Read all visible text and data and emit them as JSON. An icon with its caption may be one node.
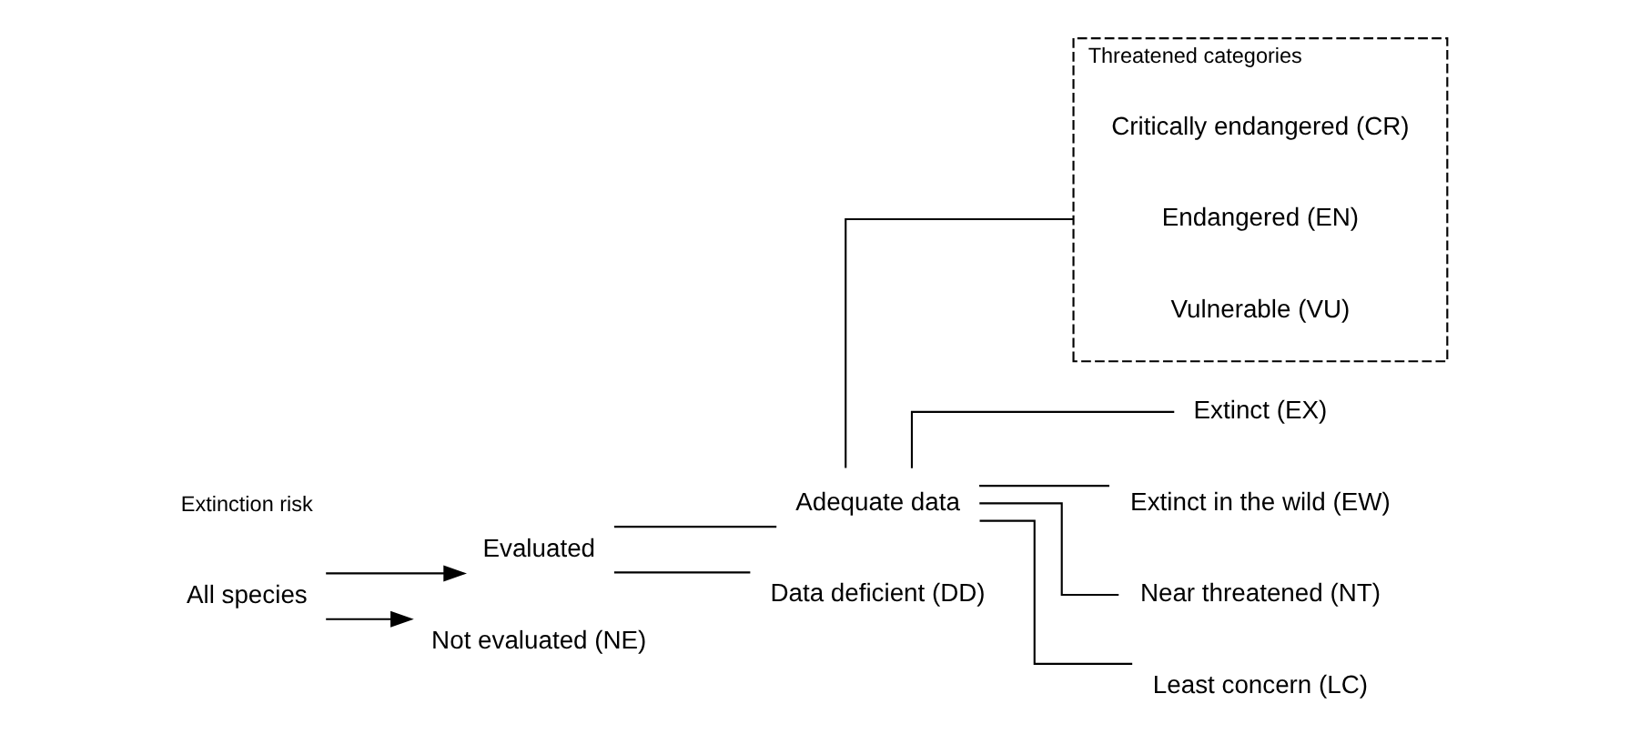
{
  "diagram": {
    "nodes": [
      {
        "text": [
          "All species"
        ]
      },
      {
        "text": [
          "Evaluated"
        ]
      },
      {
        "text": [
          "Adequate data"
        ]
      },
      {
        "text": [
          "Threatened categories"
        ]
      },
      {
        "text": [
          "Extinct (EX)"
        ]
      },
      {
        "text": [
          "Extinct in the wild (EW)"
        ]
      },
      {
        "text": [
          "Critically endangered (CR)"
        ],
        "in": 3
      },
      {
        "text": [
          "Endangered (EN)"
        ],
        "in": 3
      },
      {
        "text": [
          "Vulnerable (VU)"
        ],
        "in": 3
      },
      {
        "text": [
          "Near threatened (NT)"
        ]
      },
      {
        "text": [
          "Least concern (LC)"
        ]
      },
      {
        "text": [
          "Data deficient (DD)"
        ]
      },
      {
        "text": [
          "Not evaluated (NE)"
        ]
      }
    ],
    "edges": [
      {
        "from": 0,
        "to": 1,
        "arrow": "to"
      },
      {
        "from": 0,
        "to": 12,
        "arrow": "to"
      },
      {
        "from": 1,
        "to": 2,
        "arrow": "none"
      },
      {
        "from": 1,
        "to": 11,
        "arrow": "none"
      },
      {
        "from": 2,
        "to": 4,
        "arrow": "none"
      },
      {
        "from": 2,
        "to": 5,
        "arrow": "none"
      },
      {
        "from": 2,
        "to": 3,
        "arrow": "none"
      },
      {
        "from": 2,
        "to": 9,
        "arrow": "none"
      },
      {
        "from": 2,
        "to": 10,
        "arrow": "none"
      }
    ],
    "labels": [
      "Extinction risk"
    ]
  }
}
